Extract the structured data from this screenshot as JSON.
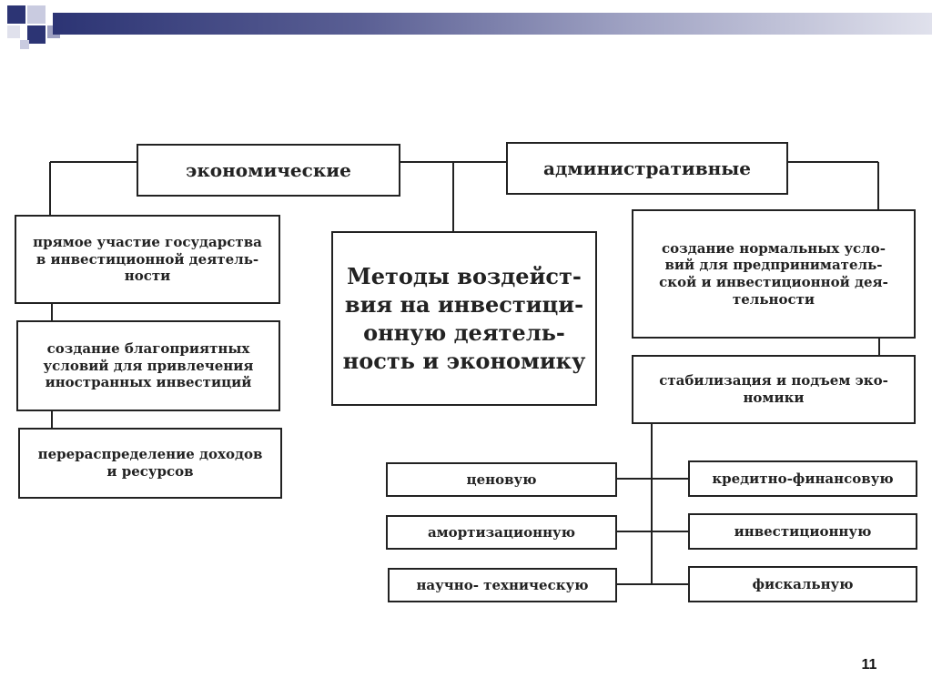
{
  "colors": {
    "accent_dark": "#2c3474",
    "accent_light": "#9ea1c2",
    "line": "#222222"
  },
  "diagram": {
    "center": "Методы воздейст-\nвия на инвестици-\nонную деятель-\nность и экономику",
    "economic": {
      "label": "экономические",
      "items": [
        "прямое участие государства\nв инвестиционной деятель-\nности",
        "создание благоприятных\nусловий для привлечения\nиностранных инвестиций",
        "перераспределение доходов\nи ресурсов"
      ]
    },
    "administrative": {
      "label": "административные",
      "items": [
        "создание нормальных усло-\nвий для предприниматель-\nской и инвестиционной дея-\nтельности",
        "стабилизация и подъем эко-\nномики"
      ]
    },
    "policies_left": [
      "ценовую",
      "амортизационную",
      "научно- техническую"
    ],
    "policies_right": [
      "кредитно-финансовую",
      "инвестиционную",
      "фискальную"
    ]
  },
  "page_number": "11"
}
